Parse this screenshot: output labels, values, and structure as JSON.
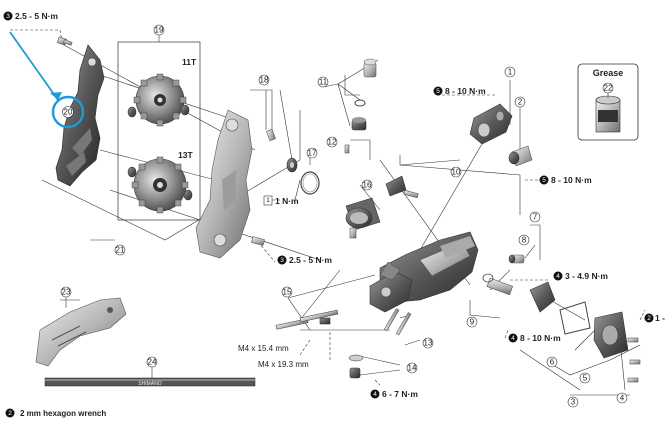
{
  "torque": {
    "t1": "2.5 - 5 N·m",
    "t2": "2.5 - 5 N·m",
    "t3": "8 - 10 N·m",
    "t4": "8 - 10 N·m",
    "t5": "3 - 4.9 N·m",
    "t6": "8 - 10 N·m",
    "t7": "6 - 7 N·m",
    "t8": "1 N·m",
    "t9": "1 -"
  },
  "tool_badges": {
    "b1": "3",
    "b2": "3",
    "b3": "5",
    "b4": "5",
    "b5": "4",
    "b6": "4",
    "b7": "4",
    "b8": "1",
    "b9": "2",
    "legend": "2"
  },
  "part_numbers": {
    "p1": "1",
    "p2": "2",
    "p3": "3",
    "p4": "4",
    "p5": "5",
    "p6": "6",
    "p7": "7",
    "p8": "8",
    "p9": "9",
    "p10": "10",
    "p11": "11",
    "p12": "12",
    "p13": "13",
    "p14": "14",
    "p15": "15",
    "p16": "16",
    "p17": "17",
    "p18": "18",
    "p19": "19",
    "p20": "20",
    "p21": "21",
    "p22": "22",
    "p23": "23",
    "p24": "24"
  },
  "labels": {
    "pulley_top": "11T",
    "pulley_bottom": "13T",
    "grease": "Grease",
    "bolt_a": "M4 x 15.4 mm",
    "bolt_b": "M4 x 19.3 mm",
    "legend_text": "2 mm hexagon wrench",
    "decal": "SHIMANO"
  },
  "colors": {
    "highlight": "#1e9ad6",
    "badge": "#111111"
  }
}
